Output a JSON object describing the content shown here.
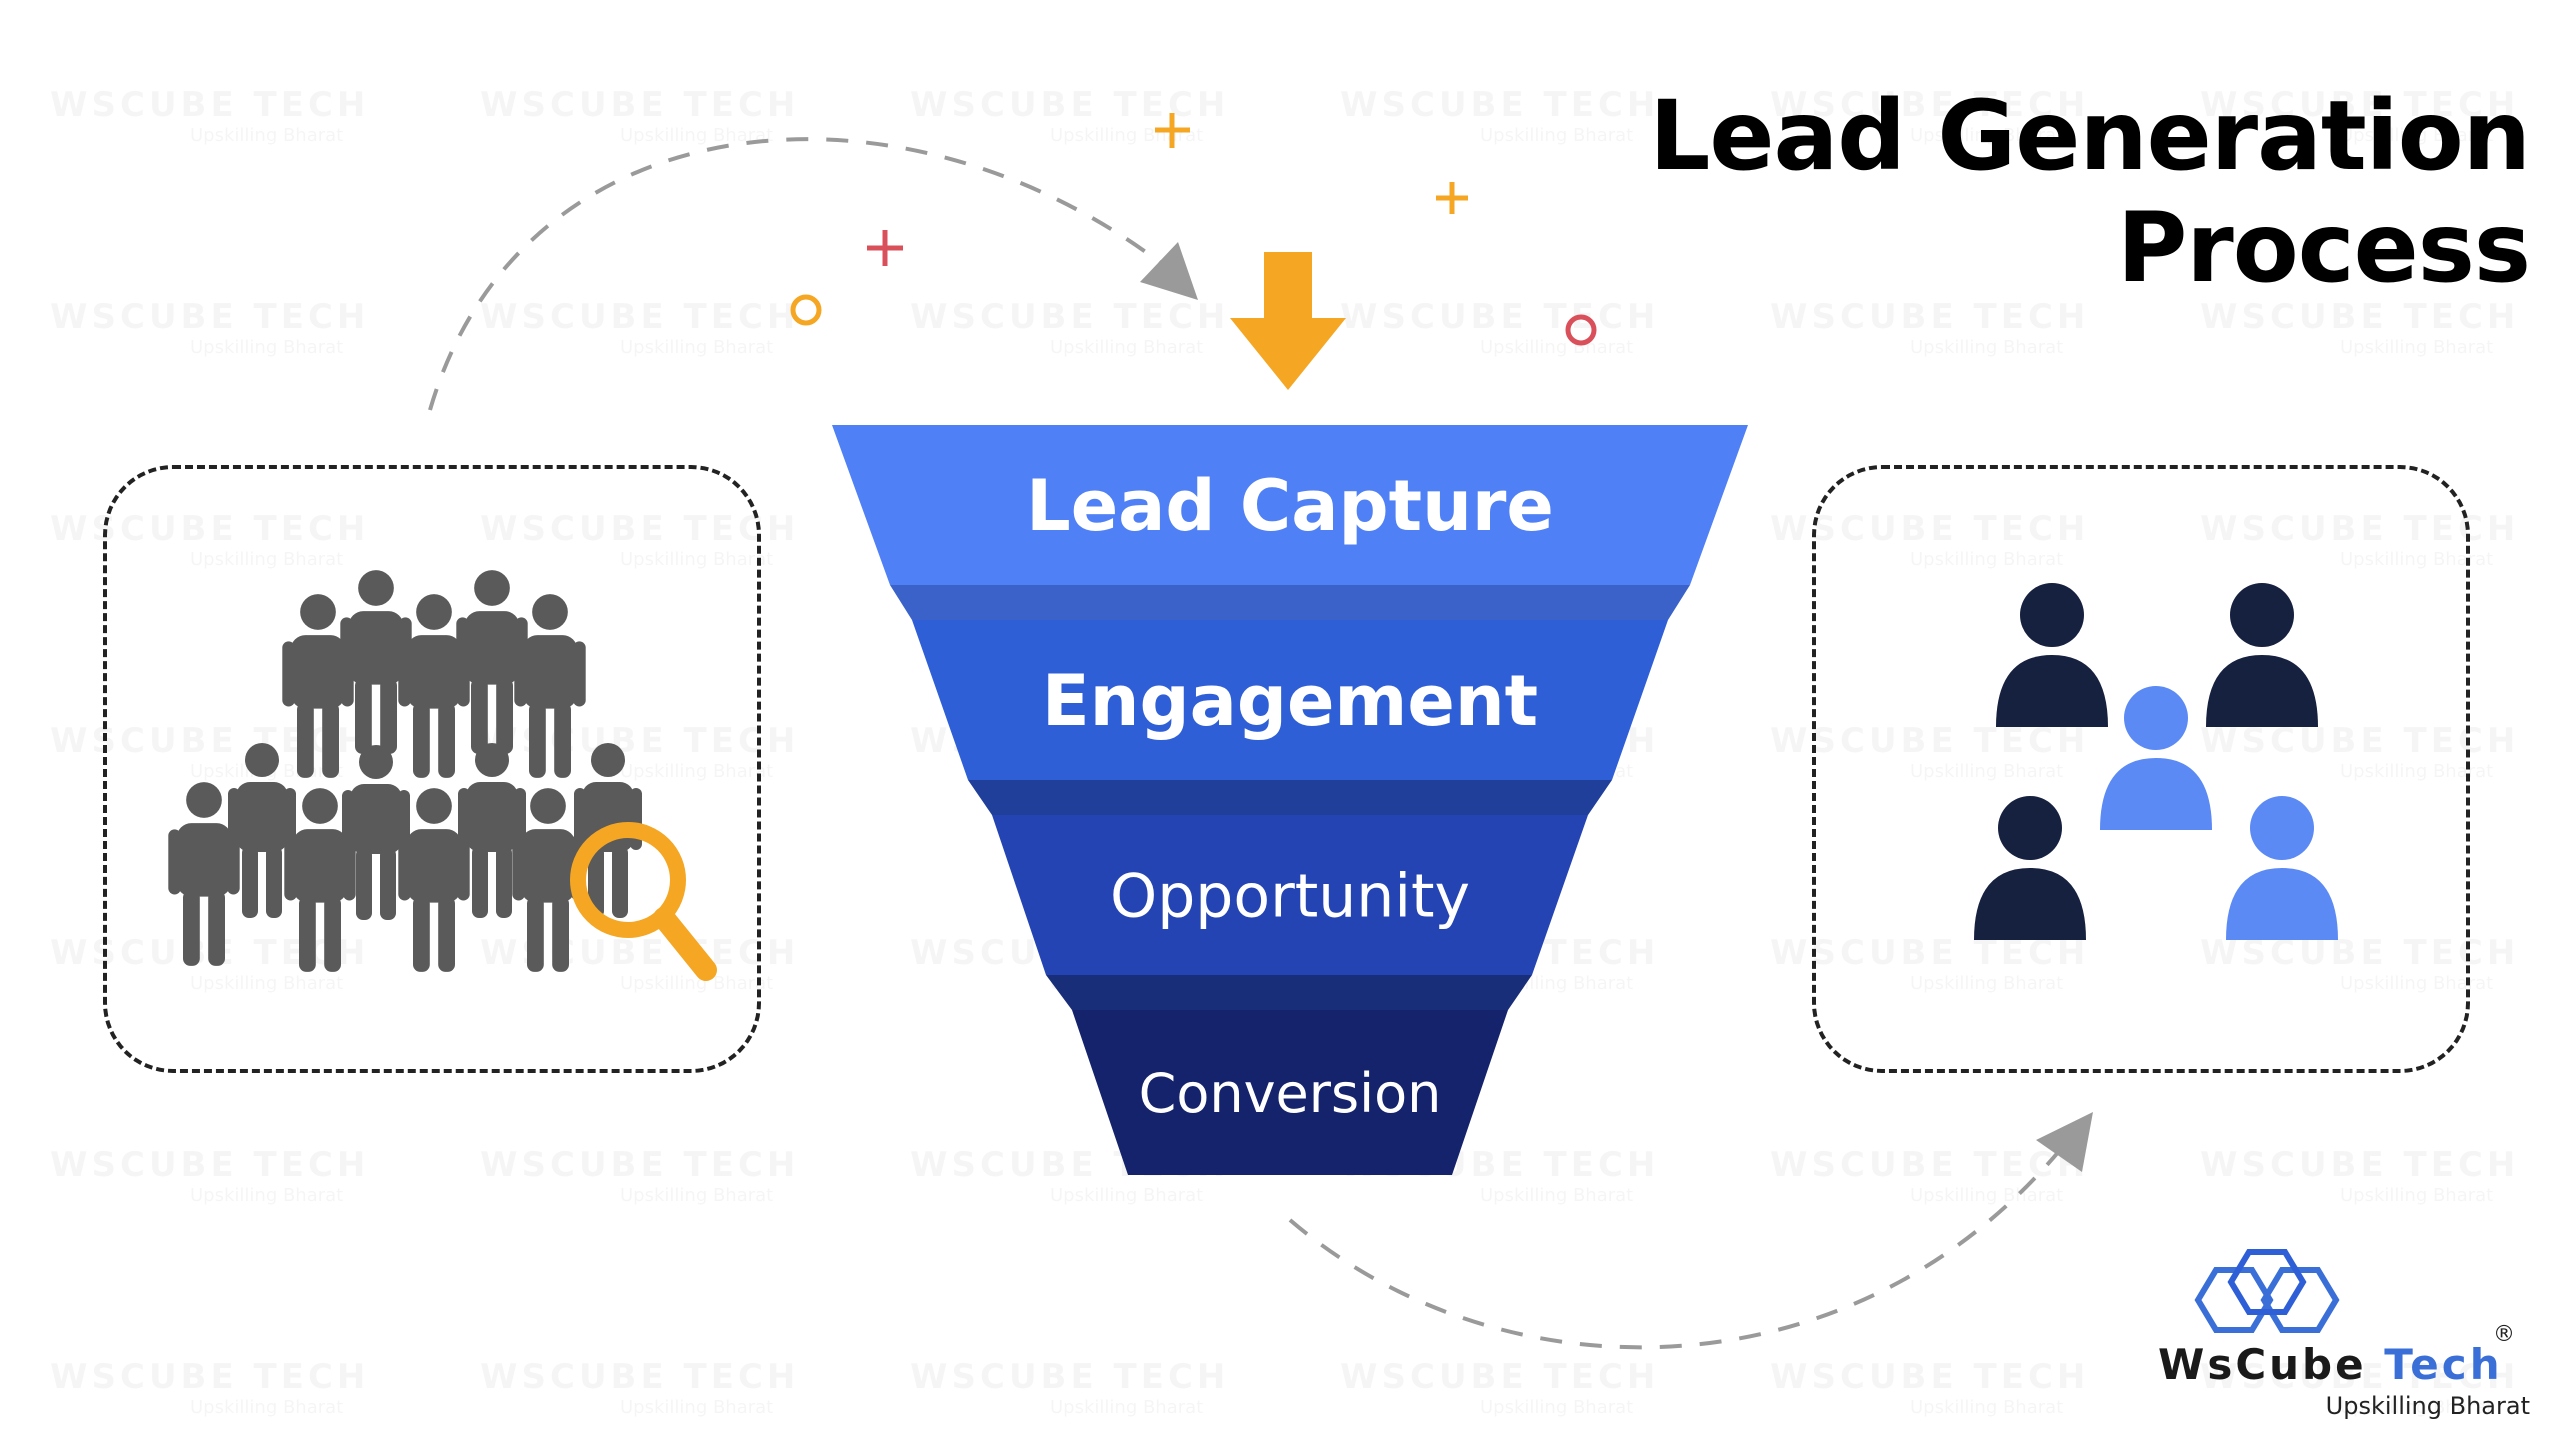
{
  "title": "Lead Generation Process",
  "funnel": {
    "stages": [
      {
        "label": "Lead Capture",
        "color": "#4f80f5"
      },
      {
        "label": "Engagement",
        "color": "#2f5fd6"
      },
      {
        "label": "Opportunity",
        "color": "#2444b3"
      },
      {
        "label": "Conversion",
        "color": "#14236b"
      }
    ]
  },
  "colors": {
    "arrow": "#f5a623",
    "people_gray": "#5a5a5a",
    "user_dark": "#16203f",
    "user_light": "#5b8af5",
    "magnifier": "#f5a623"
  },
  "logo": {
    "name_part1": "WsCube ",
    "name_part2": "Tech",
    "registered": "®",
    "tagline": "Upskilling Bharat"
  }
}
